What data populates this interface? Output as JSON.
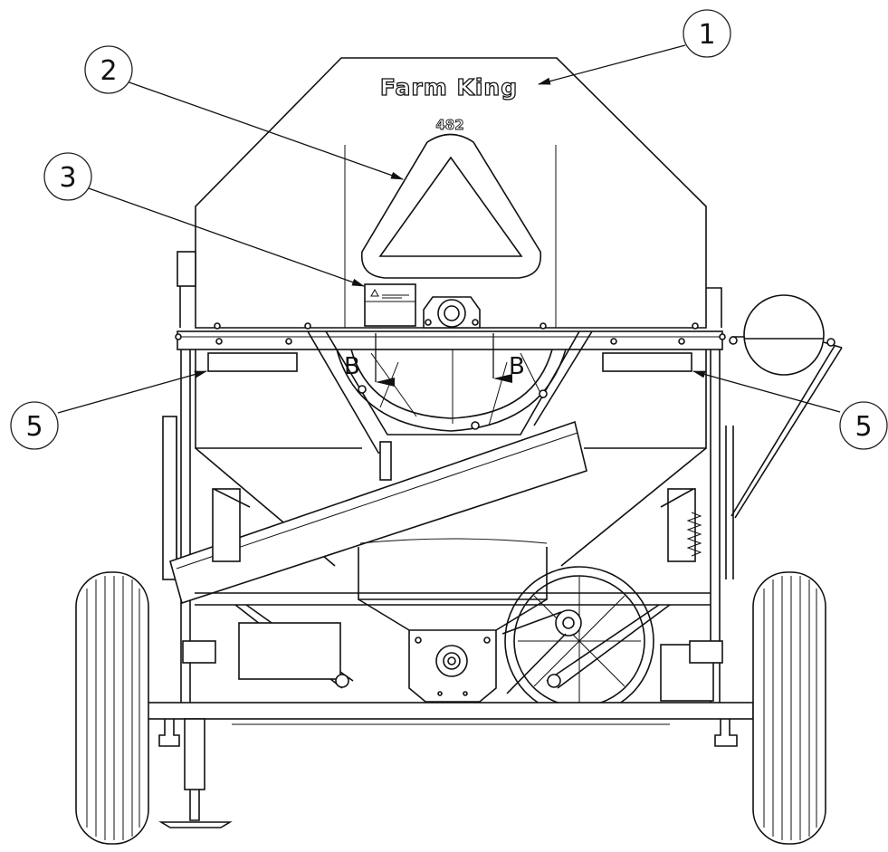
{
  "machine": {
    "brand": "Farm King",
    "model": "482"
  },
  "callouts": [
    {
      "id": "1",
      "label": "1"
    },
    {
      "id": "2",
      "label": "2"
    },
    {
      "id": "3",
      "label": "3"
    },
    {
      "id": "5a",
      "label": "5"
    },
    {
      "id": "5b",
      "label": "5"
    }
  ],
  "section_markers": [
    {
      "label": "B"
    },
    {
      "label": "B"
    }
  ]
}
